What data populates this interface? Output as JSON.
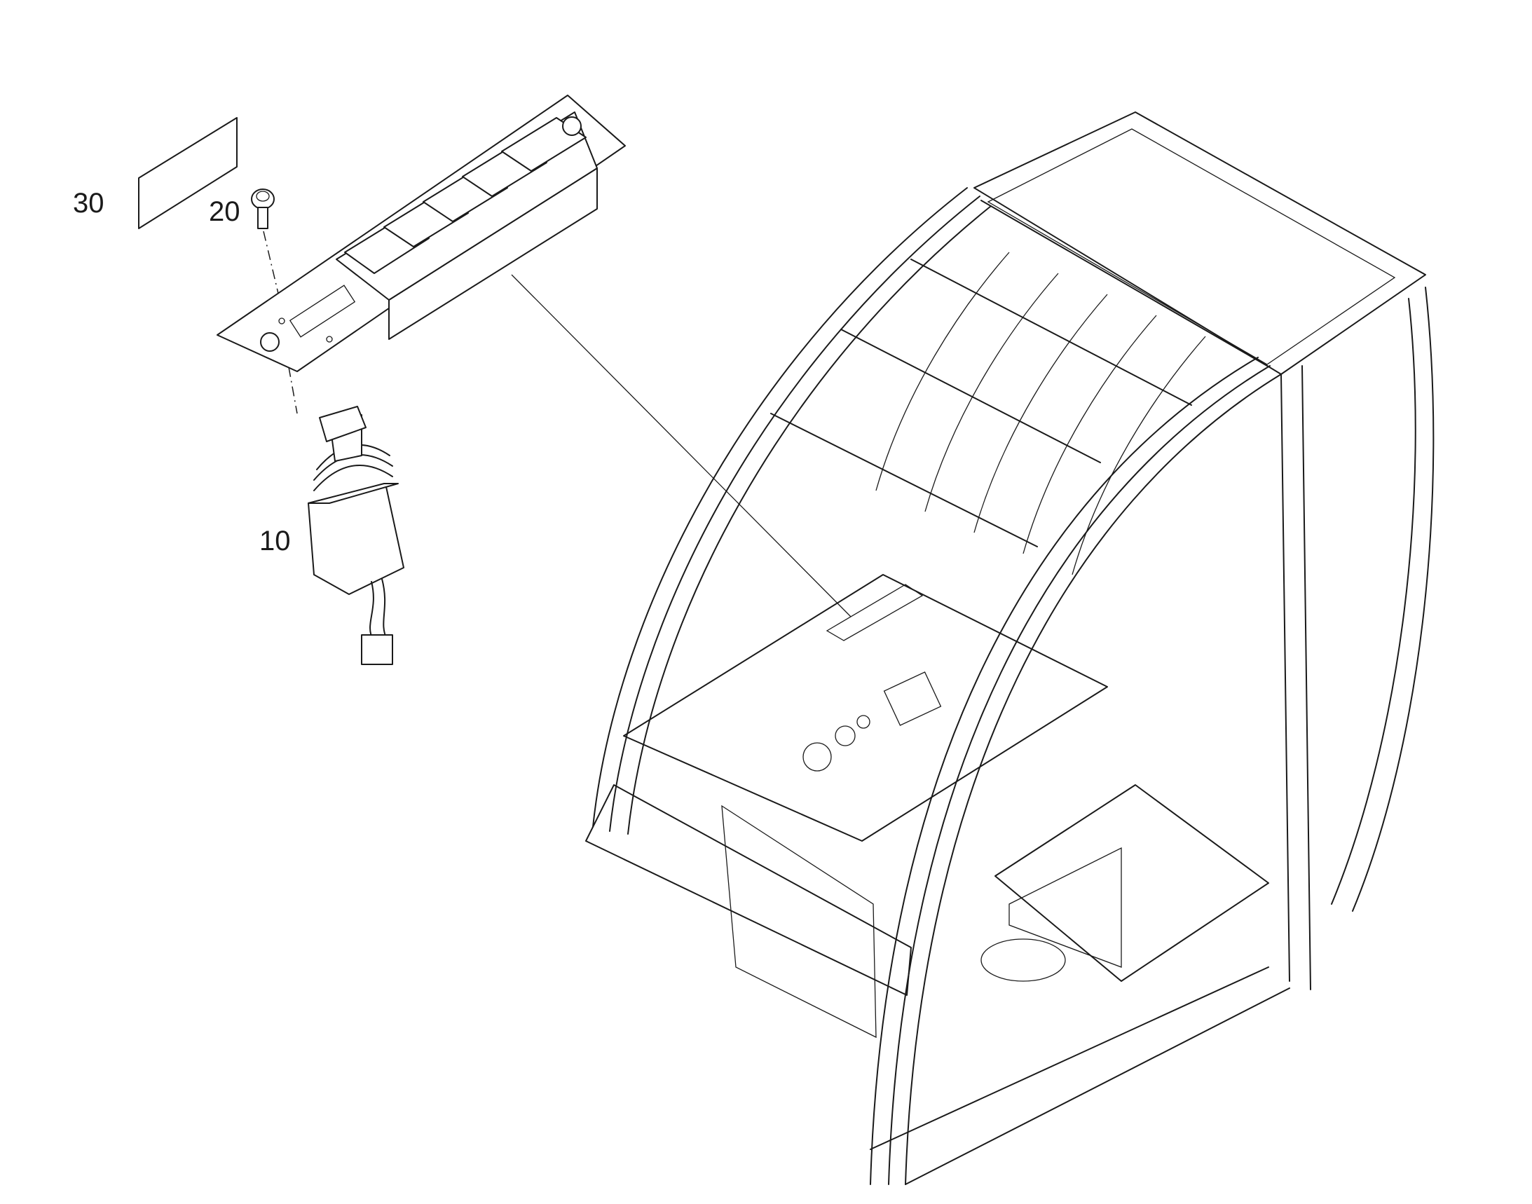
{
  "diagram": {
    "callouts": [
      {
        "id": "label-30",
        "text": "30"
      },
      {
        "id": "label-20",
        "text": "20"
      },
      {
        "id": "label-10",
        "text": "10"
      }
    ],
    "line_color": "#1a1a1a",
    "background": "#ffffff"
  }
}
